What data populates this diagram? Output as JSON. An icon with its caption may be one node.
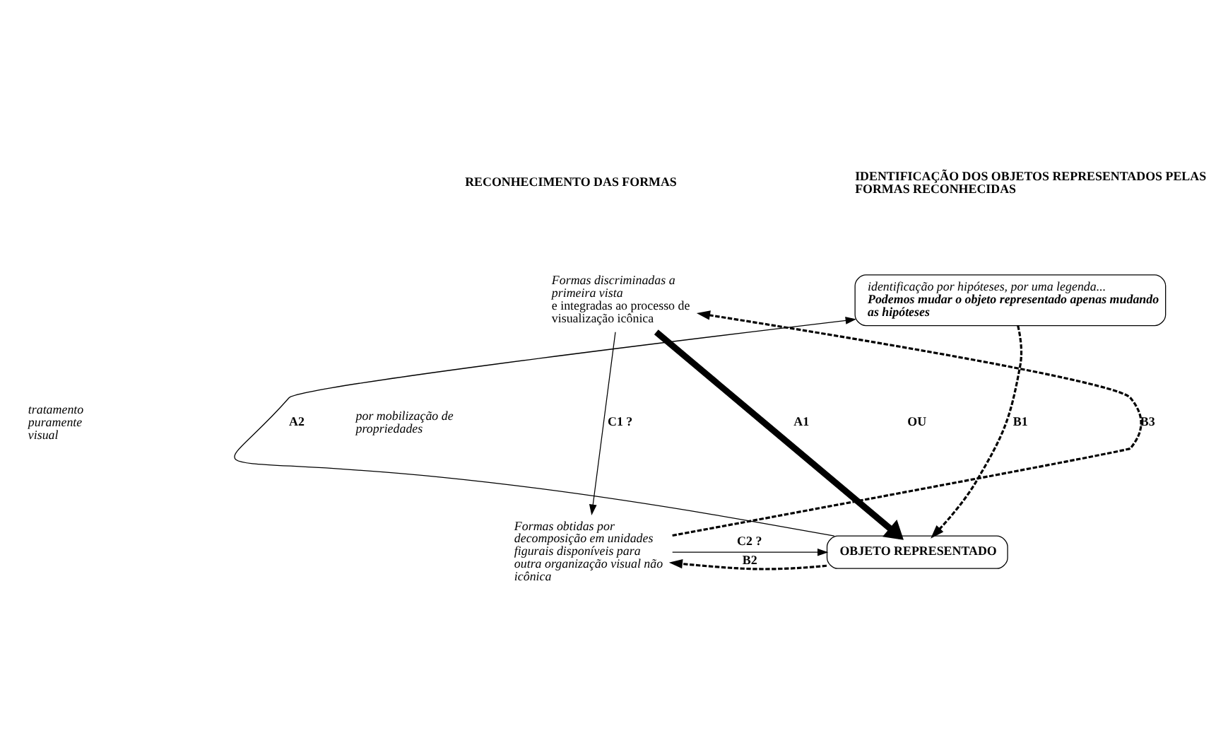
{
  "diagram": {
    "nodes": [
      {
        "text": [
          "Formas discriminadas a primeira vista",
          "e integradas ao processo de visualização icônica"
        ]
      },
      {
        "text": [
          "identificação por hipóteses, por uma legenda...",
          "Podemos mudar o objeto representado apenas mudando as hipóteses"
        ]
      },
      {
        "text": [
          "OBJETO REPRESENTADO"
        ]
      },
      {
        "text": [
          "Formas obtidas por decomposição em unidades figurais disponíveis para outra organização visual não icônica"
        ]
      }
    ],
    "edges": [
      {
        "from": 0,
        "to": 2,
        "arrow": "to",
        "label": "A1",
        "style": "thick"
      },
      {
        "from": 2,
        "to": 1,
        "arrow": "to",
        "label": "A2"
      },
      {
        "from": 1,
        "to": 2,
        "arrow": "to",
        "label": "B1",
        "style": "dashed"
      },
      {
        "from": 2,
        "to": 3,
        "arrow": "to",
        "label": "B2",
        "style": "dashed"
      },
      {
        "from": 3,
        "to": 2,
        "arrow": "to",
        "label": "C2 ?"
      },
      {
        "from": 0,
        "to": 3,
        "arrow": "to",
        "label": "C1 ?"
      },
      {
        "from": 3,
        "to": 0,
        "arrow": "to",
        "label": "B3",
        "style": "dashed"
      }
    ],
    "labels": [
      "RECONHECIMENTO DAS FORMAS",
      "IDENTIFICAÇÃO DOS OBJETOS REPRESENTADOS PELAS FORMAS RECONHECIDAS",
      "tratamento puramente visual",
      "por mobilização de propriedades",
      "OU"
    ]
  }
}
